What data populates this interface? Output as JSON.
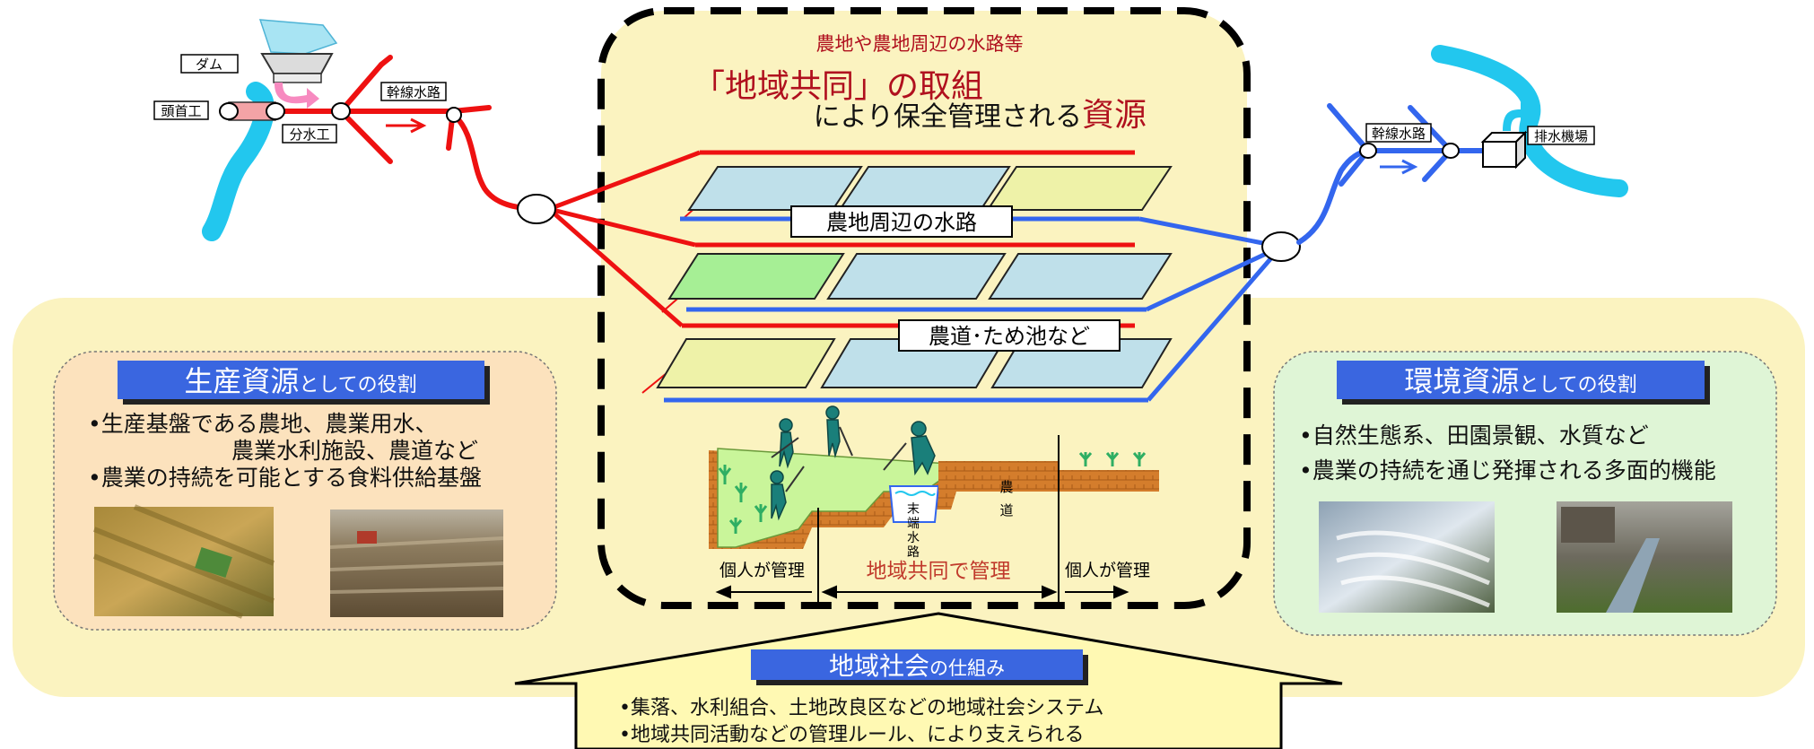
{
  "center": {
    "subtitle": "農地や農地周辺の水路等",
    "title_main": "「地域共同」の取組",
    "title_sub": "により保全管理される",
    "title_emphasis": "資源",
    "label_waterway": "農地周辺の水路",
    "label_road_pond": "農道･ため池など"
  },
  "left_system": {
    "dam": "ダム",
    "headworks": "頭首工",
    "diversion": "分水工",
    "main_canal": "幹線水路"
  },
  "right_system": {
    "main_canal": "幹線水路",
    "pump_station": "排水機場"
  },
  "section": {
    "individual_left": "個人が管理",
    "community": "地域共同で管理",
    "individual_right": "個人が管理",
    "farm_road": "農道",
    "terminal_canal": "末端水路"
  },
  "production": {
    "heading_big": "生産資源",
    "heading_small": "としての役割",
    "bullet1_line1": "•生産基盤である農地、農業用水、",
    "bullet1_line2": "農業水利施設、農道など",
    "bullet2": "•農業の持続を可能とする食料供給基盤"
  },
  "environment": {
    "heading_big": "環境資源",
    "heading_small": "としての役割",
    "bullet1": "•自然生態系、田園景観、水質など",
    "bullet2": "•農業の持続を通じ発揮される多面的機能"
  },
  "society": {
    "heading_big": "地域社会",
    "heading_small": "の仕組み",
    "bullet1": "•集落、水利組合、土地改良区などの地域社会システム",
    "bullet2": "•地域共同活動などの管理ルール、により支えられる"
  },
  "colors": {
    "canal_red": "#ee1111",
    "drain_blue": "#3366ee",
    "river_cyan": "#22c7ee",
    "heading_blue": "#3a66e0",
    "title_red": "#b0101e",
    "panel_yellow": "#fbf3c0",
    "production_bg": "#fce2bd",
    "environment_bg": "#dff5d6"
  }
}
